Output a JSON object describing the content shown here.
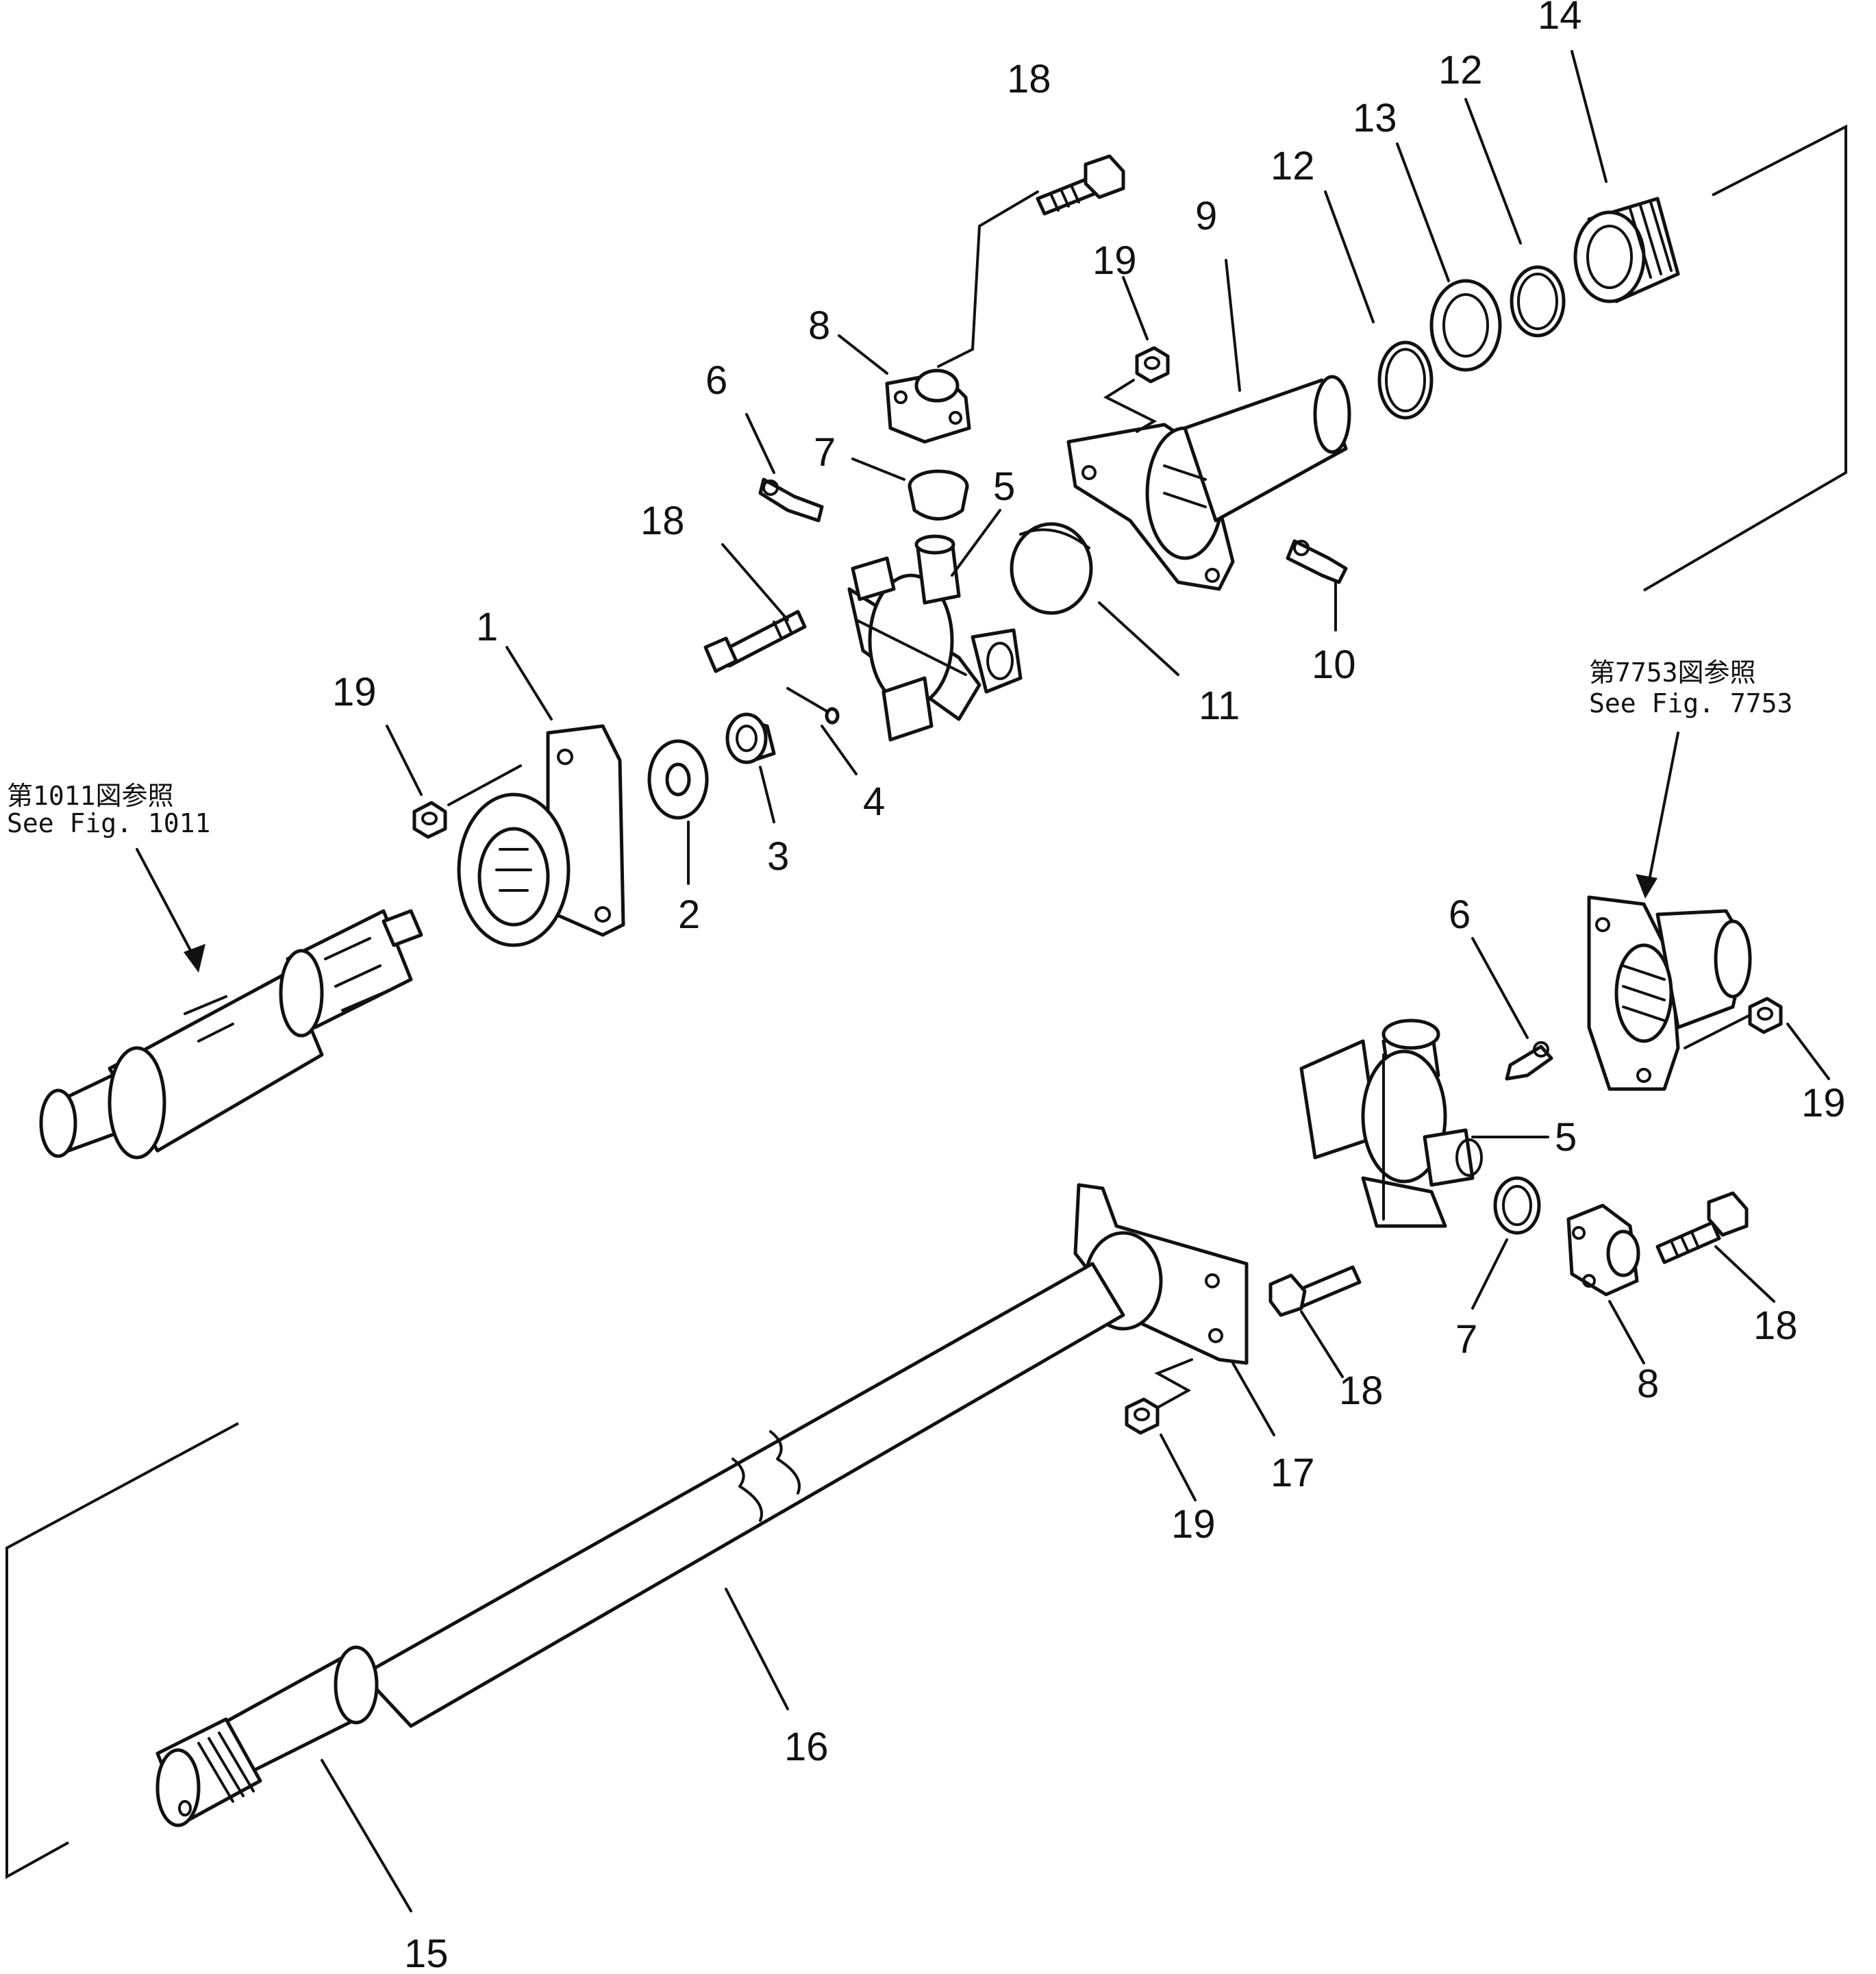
{
  "references": {
    "fig_1011_jp": "第1011図参照",
    "fig_1011_en": "See Fig. 1011",
    "fig_7753_jp": "第7753図参照",
    "fig_7753_en": "See Fig. 7753"
  },
  "callouts": {
    "c1": "1",
    "c2": "2",
    "c3": "3",
    "c4": "4",
    "c5a": "5",
    "c5b": "5",
    "c6a": "6",
    "c6b": "6",
    "c7a": "7",
    "c7b": "7",
    "c8a": "8",
    "c8b": "8",
    "c9": "9",
    "c10": "10",
    "c11": "11",
    "c12a": "12",
    "c12b": "12",
    "c13": "13",
    "c14": "14",
    "c15": "15",
    "c16": "16",
    "c17": "17",
    "c18a": "18",
    "c18b": "18",
    "c18c": "18",
    "c18d": "18",
    "c19a": "19",
    "c19b": "19",
    "c19c": "19",
    "c19d": "19"
  },
  "colors": {
    "ink": "#111111",
    "paper": "#ffffff"
  }
}
